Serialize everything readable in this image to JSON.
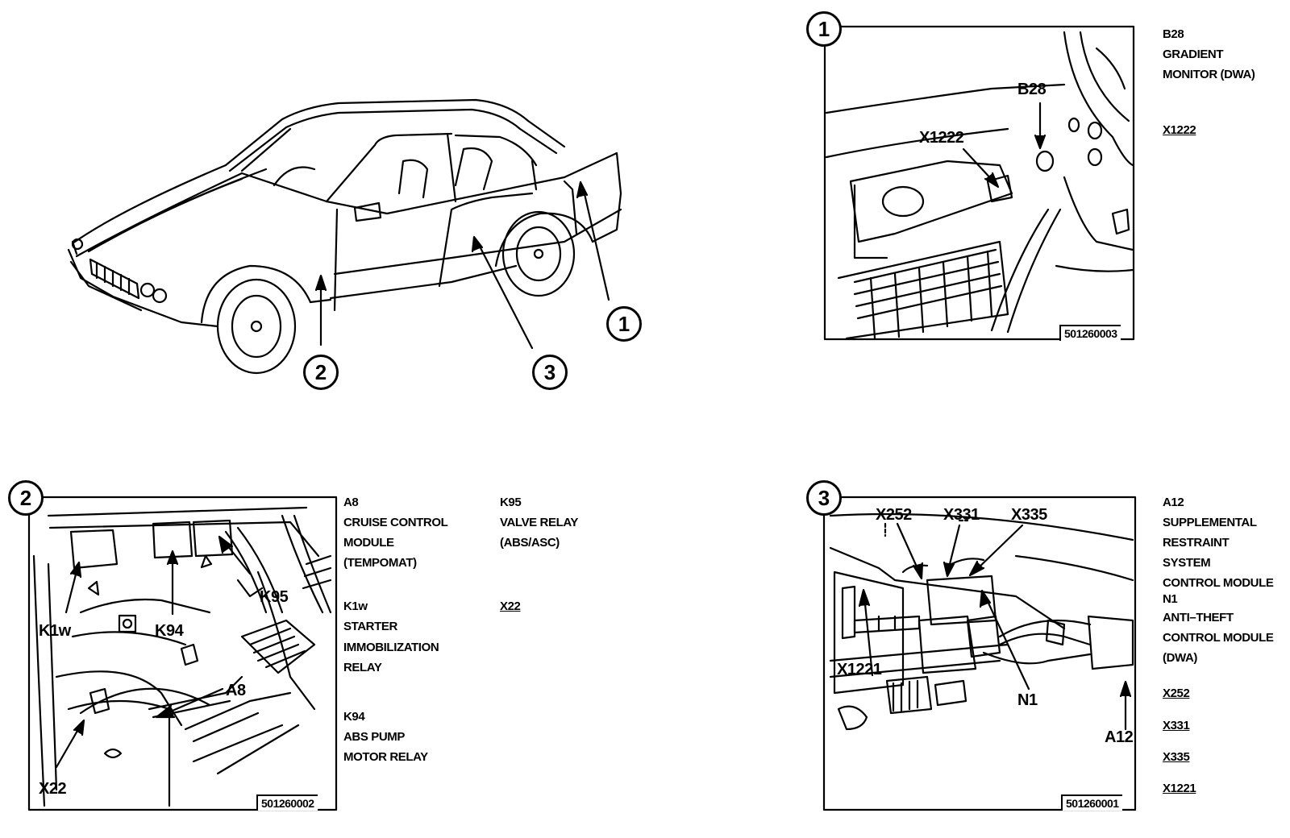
{
  "overview": {
    "callouts": [
      "1",
      "2",
      "3"
    ]
  },
  "panel1": {
    "number": "1",
    "image_code": "501260003",
    "callouts": {
      "b28": "B28",
      "x1222": "X1222"
    },
    "legend": {
      "b28_code": "B28",
      "b28_line1": "GRADIENT",
      "b28_line2": "MONITOR (DWA)",
      "x1222": "X1222"
    }
  },
  "panel2": {
    "number": "2",
    "image_code": "501260002",
    "callouts": {
      "k1w": "K1w",
      "k94": "K94",
      "k95": "K95",
      "a8": "A8",
      "x22": "X22"
    },
    "legend": {
      "a8_code": "A8",
      "a8_line1": "CRUISE CONTROL",
      "a8_line2": "MODULE",
      "a8_line3": "(TEMPOMAT)",
      "k1w_code": "K1w",
      "k1w_line1": "STARTER",
      "k1w_line2": "IMMOBILIZATION",
      "k1w_line3": "RELAY",
      "k94_code": "K94",
      "k94_line1": "ABS PUMP",
      "k94_line2": "MOTOR RELAY",
      "k95_code": "K95",
      "k95_line1": "VALVE RELAY",
      "k95_line2": "(ABS/ASC)",
      "x22": "X22"
    }
  },
  "panel3": {
    "number": "3",
    "image_code": "501260001",
    "callouts": {
      "x252": "X252",
      "x331": "X331",
      "x335": "X335",
      "x1221": "X1221",
      "n1": "N1",
      "a12": "A12"
    },
    "legend": {
      "a12_code": "A12",
      "a12_line1": "SUPPLEMENTAL",
      "a12_line2": "RESTRAINT",
      "a12_line3": "SYSTEM",
      "a12_line4": "CONTROL MODULE",
      "n1_code": "N1",
      "n1_line1": "ANTI–THEFT",
      "n1_line2": "CONTROL MODULE",
      "n1_line3": "(DWA)",
      "x252": "X252",
      "x331": "X331",
      "x335": "X335",
      "x1221": "X1221"
    }
  }
}
